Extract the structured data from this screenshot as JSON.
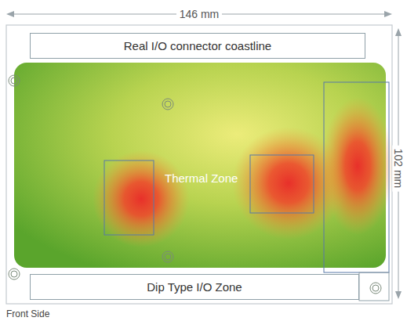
{
  "diagram": {
    "nodes": [
      {
        "text": [
          "Real I/O connector coastline"
        ]
      },
      {
        "text": [
          "Thermal Zone"
        ]
      },
      {
        "text": [
          "Dip Type I/O Zone"
        ]
      }
    ],
    "edges": [],
    "labels": [
      "146 mm",
      "102 mm",
      "Front Side"
    ]
  }
}
